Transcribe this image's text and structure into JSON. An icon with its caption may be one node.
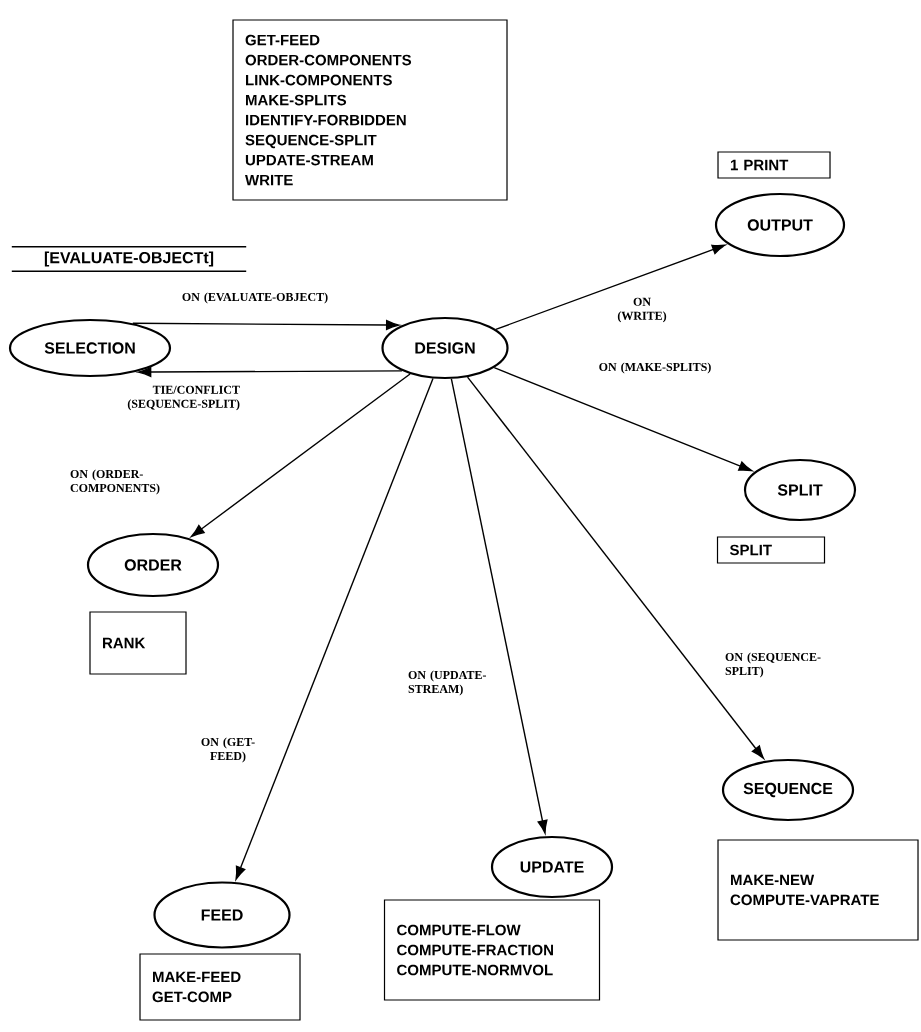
{
  "diagram": {
    "nodes": [
      {
        "text": [
          "GET-FEED",
          "ORDER-COMPONENTS",
          "LINK-COMPONENTS",
          "MAKE-SPLITS",
          "IDENTIFY-FORBIDDEN",
          "SEQUENCE-SPLIT",
          "UPDATE-STREAM",
          "WRITE"
        ]
      },
      {
        "text": [
          "[EVALUATE-OBJECTt]"
        ]
      },
      {
        "text": [
          "SELECTION"
        ]
      },
      {
        "text": [
          "DESIGN"
        ]
      },
      {
        "text": [
          "1 PRINT"
        ]
      },
      {
        "text": [
          "OUTPUT"
        ]
      },
      {
        "text": [
          "SPLIT"
        ]
      },
      {
        "text": [
          "SPLIT"
        ]
      },
      {
        "text": [
          "ORDER"
        ]
      },
      {
        "text": [
          "RANK"
        ]
      },
      {
        "text": [
          "SEQUENCE"
        ]
      },
      {
        "text": [
          "MAKE-NEW",
          "COMPUTE-VAPRATE"
        ]
      },
      {
        "text": [
          "UPDATE"
        ]
      },
      {
        "text": [
          "COMPUTE-FLOW",
          "COMPUTE-FRACTION",
          "COMPUTE-NORMVOL"
        ]
      },
      {
        "text": [
          "FEED"
        ]
      },
      {
        "text": [
          "MAKE-FEED",
          "GET-COMP"
        ]
      }
    ],
    "edges": [
      {
        "from": 2,
        "to": 3,
        "arrow": "to",
        "label": "ON (EVALUATE-OBJECT)"
      },
      {
        "from": 3,
        "to": 2,
        "arrow": "to",
        "label": "TIE/CONFLICT (SEQUENCE-SPLIT)"
      },
      {
        "from": 3,
        "to": 5,
        "arrow": "to",
        "label": "ON (WRITE)"
      },
      {
        "from": 3,
        "to": 6,
        "arrow": "to",
        "label": "ON (MAKE-SPLITS)"
      },
      {
        "from": 3,
        "to": 8,
        "arrow": "to",
        "label": "ON (ORDER-COMPONENTS)"
      },
      {
        "from": 3,
        "to": 14,
        "arrow": "to",
        "label": "ON (GET-FEED)"
      },
      {
        "from": 3,
        "to": 12,
        "arrow": "to",
        "label": "ON (UPDATE-STREAM)"
      },
      {
        "from": 3,
        "to": 10,
        "arrow": "to",
        "label": "ON (SEQUENCE-SPLIT)"
      }
    ]
  }
}
